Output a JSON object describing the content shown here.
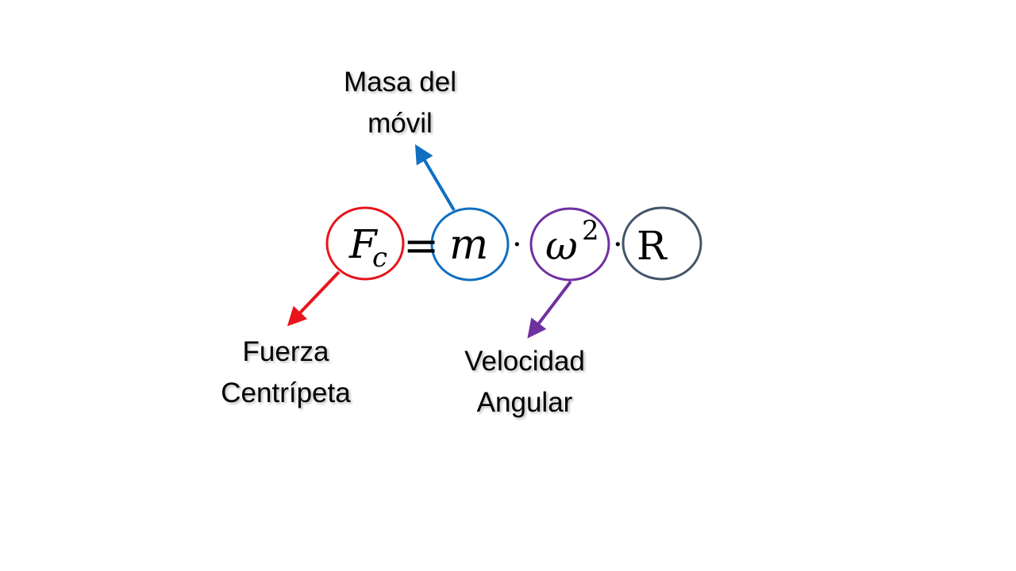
{
  "formula": {
    "force_symbol": "F",
    "force_subscript": "c",
    "equals": "=",
    "mass_symbol": "m",
    "dot": "·",
    "omega_symbol": "ω",
    "omega_exponent": "2",
    "radius_symbol": "R"
  },
  "labels": {
    "mass": [
      "Masa del",
      "móvil"
    ],
    "force": [
      "Fuerza",
      "Centrípeta"
    ],
    "velocity": [
      "Velocidad",
      "Angular"
    ]
  },
  "colors": {
    "force": "#e8141b",
    "mass": "#0f6fc0",
    "velocity": "#7030a0",
    "radius": "#44546a"
  }
}
